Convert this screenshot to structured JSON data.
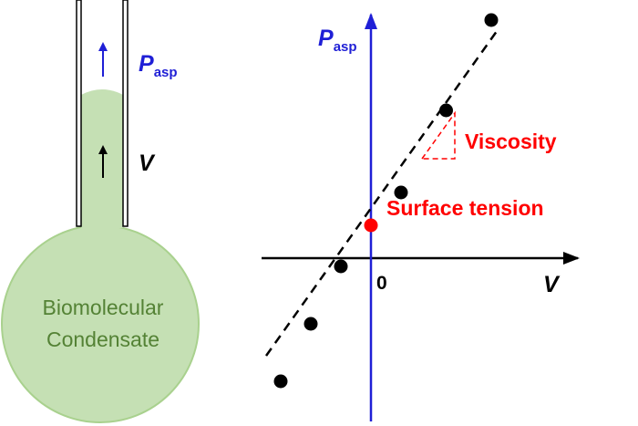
{
  "pipette": {
    "pressure_symbol": "P",
    "pressure_subscript": "asp",
    "velocity_symbol": "V",
    "condensate_label_line1": "Biomolecular",
    "condensate_label_line2": "Condensate"
  },
  "plot": {
    "y_symbol": "P",
    "y_subscript": "asp",
    "x_symbol": "V",
    "origin_label": "0",
    "slope_label": "Viscosity",
    "intercept_label": "Surface tension"
  },
  "colors": {
    "pressure_blue": "#1f1fd6",
    "condensate_fill": "#c5e0b4",
    "condensate_stroke": "#a9d18e",
    "condensate_text": "#548235",
    "annotation_red": "#ff0000",
    "axis_black": "#000000"
  },
  "chart_data": {
    "type": "scatter",
    "x": [
      -3,
      -2,
      -1,
      1,
      2.5,
      4
    ],
    "y": [
      -3,
      -1.6,
      -0.2,
      1.6,
      3.6,
      5.8
    ],
    "intercept_point": [
      0,
      0.8
    ],
    "fit_line": "dashed",
    "xlabel": "V",
    "ylabel": "P_asp"
  }
}
